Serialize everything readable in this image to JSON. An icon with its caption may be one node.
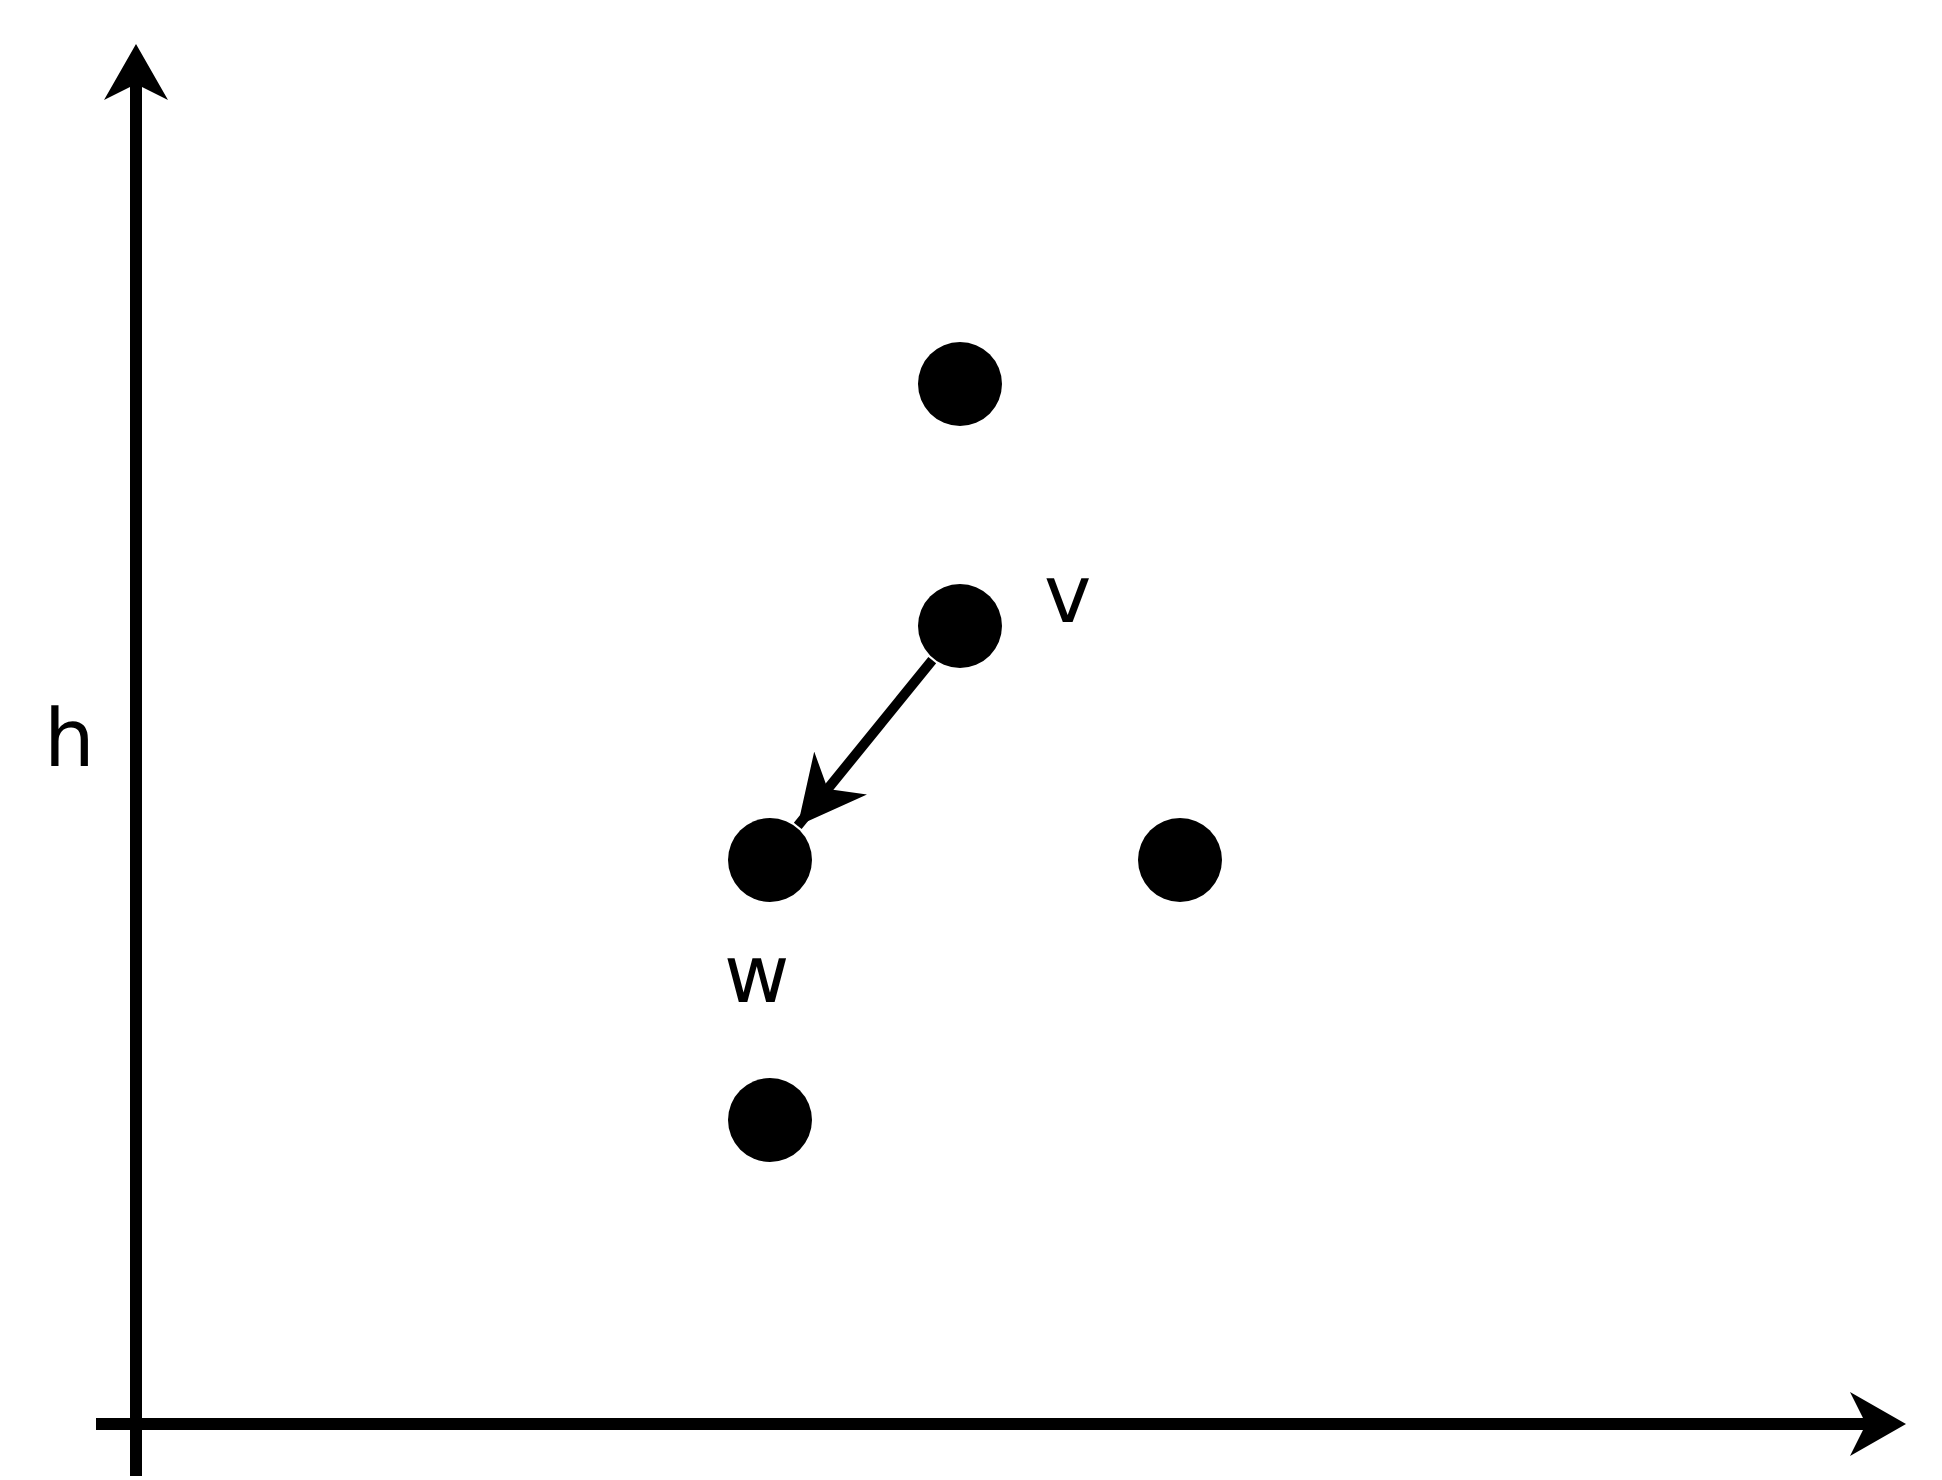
{
  "diagram": {
    "nodes": [
      {
        "text": [],
        "shape": "circle"
      },
      {
        "text": [],
        "shape": "circle",
        "beside": [
          "v"
        ]
      },
      {
        "text": [],
        "shape": "circle",
        "beside": [
          "w"
        ]
      },
      {
        "text": [],
        "shape": "circle"
      },
      {
        "text": [],
        "shape": "circle"
      }
    ],
    "edges": [
      {
        "from": 1,
        "to": 2,
        "arrow": "to"
      }
    ],
    "labels": [
      "h"
    ]
  }
}
